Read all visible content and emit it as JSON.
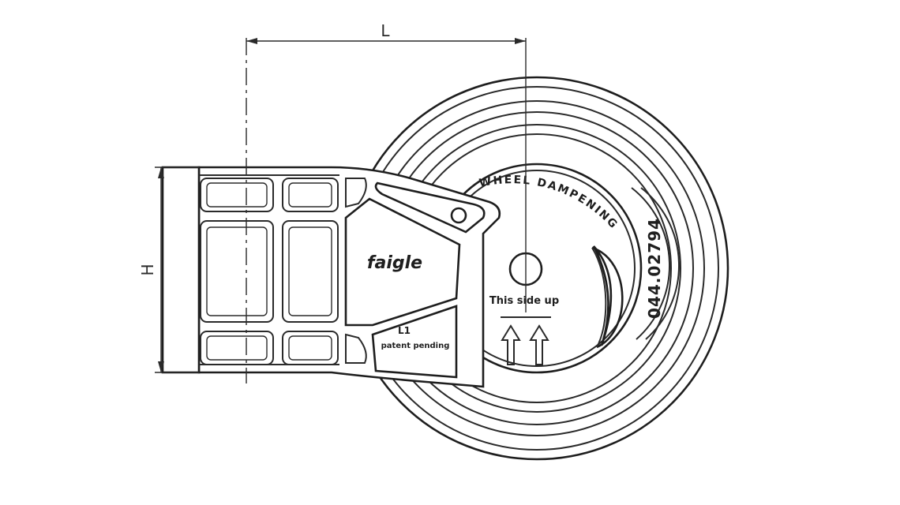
{
  "dimensions": {
    "length_label": "L",
    "height_label": "H"
  },
  "labels": {
    "brand": "faigle",
    "orientation": "This side up",
    "patent_mark": "L1",
    "patent": "patent pending",
    "part_number": "044.02794",
    "ring_text": "WHEEL DAMPENING"
  },
  "colors": {
    "line": "#2a2a2a",
    "background": "#ffffff"
  },
  "icons": [
    "up-arrow-icon",
    "up-arrow-icon"
  ]
}
